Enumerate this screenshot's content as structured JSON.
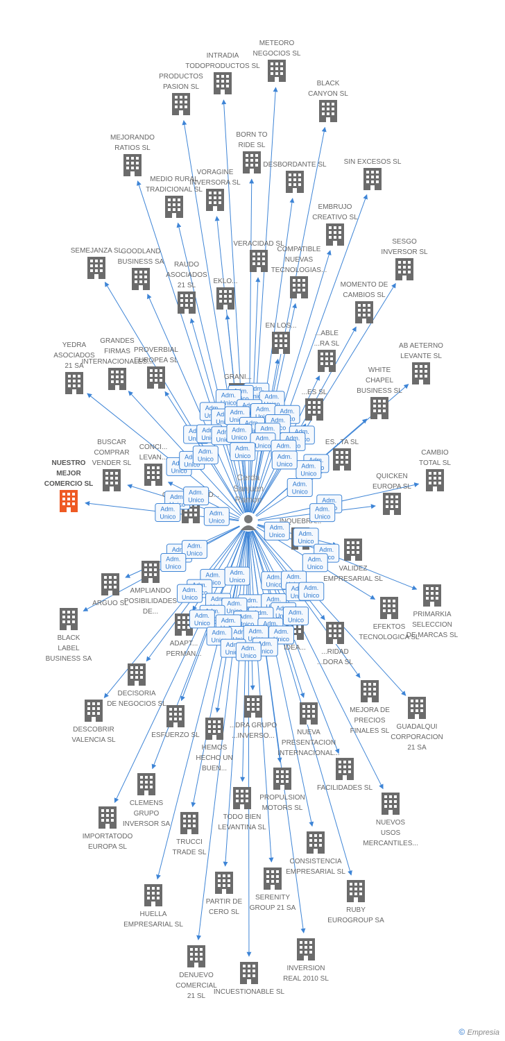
{
  "center": {
    "label_lines": [
      "Cerda",
      "Sanjuan",
      "Ramon"
    ]
  },
  "edge_label_lines": [
    "Adm.",
    "Unico"
  ],
  "colors": {
    "edge": "#3d84d6",
    "building": "#6b6b6b",
    "highlight": "#ee5a24",
    "label_border": "#3d84d6",
    "label_fill": "#f4f8fd"
  },
  "copyright": {
    "symbol": "©",
    "brand": "Empresia"
  },
  "companies": [
    {
      "id": "meteoro",
      "lines": [
        "METEORO",
        "NEGOCIOS SL"
      ]
    },
    {
      "id": "intradia",
      "lines": [
        "INTRADIA",
        "TODOPRODUCTOS SL"
      ]
    },
    {
      "id": "productos",
      "lines": [
        "PRODUCTOS",
        "PASION SL"
      ]
    },
    {
      "id": "black-canyon",
      "lines": [
        "BLACK",
        "CANYON SL"
      ]
    },
    {
      "id": "born-to-ride",
      "lines": [
        "BORN TO",
        "RIDE SL"
      ]
    },
    {
      "id": "mejorando",
      "lines": [
        "MEJORANDO",
        "RATIOS SL"
      ]
    },
    {
      "id": "desbordante",
      "lines": [
        "DESBORDANTE SL"
      ]
    },
    {
      "id": "sin-excesos",
      "lines": [
        "SIN EXCESOS SL"
      ]
    },
    {
      "id": "medio-rural",
      "lines": [
        "MEDIO RURAL",
        "TRADICIONAL SL"
      ]
    },
    {
      "id": "voragine",
      "lines": [
        "VORAGINE",
        "INVERSORA SL"
      ]
    },
    {
      "id": "embrujo",
      "lines": [
        "EMBRUJO",
        "CREATIVO SL"
      ]
    },
    {
      "id": "sesgo",
      "lines": [
        "SESGO",
        "INVERSOR SL"
      ]
    },
    {
      "id": "semejanza",
      "lines": [
        "SEMEJANZA SL"
      ]
    },
    {
      "id": "goodland",
      "lines": [
        "GOODLAND",
        "BUSINESS SA"
      ]
    },
    {
      "id": "veracidad",
      "lines": [
        "VERACIDAD SL"
      ]
    },
    {
      "id": "compatible",
      "lines": [
        "COMPATIBLE",
        "NUEVAS",
        "TECNOLOGIAS..."
      ]
    },
    {
      "id": "raudo",
      "lines": [
        "RAUDO",
        "ASOCIADOS",
        "21 SL"
      ]
    },
    {
      "id": "eklo",
      "lines": [
        "EKLO..."
      ]
    },
    {
      "id": "momento",
      "lines": [
        "MOMENTO DE",
        "CAMBIOS SL"
      ]
    },
    {
      "id": "en-los",
      "lines": [
        "EN LOS..."
      ]
    },
    {
      "id": "able",
      "lines": [
        "...ABLE",
        "...RA SL"
      ]
    },
    {
      "id": "yedra",
      "lines": [
        "YEDRA",
        "ASOCIADOS",
        "21 SA"
      ]
    },
    {
      "id": "grandes-firmas",
      "lines": [
        "GRANDES",
        "FIRMAS",
        "INTERNACIONALES..."
      ]
    },
    {
      "id": "proverbial",
      "lines": [
        "PROVERBIAL",
        "EUROPEA SL"
      ]
    },
    {
      "id": "ab-aeterno",
      "lines": [
        "AB AETERNO",
        "LEVANTE SL"
      ]
    },
    {
      "id": "white-chapel",
      "lines": [
        "WHITE",
        "CHAPEL",
        "BUSINESS SL"
      ]
    },
    {
      "id": "grani",
      "lines": [
        "GRANI..."
      ]
    },
    {
      "id": "es-sl",
      "lines": [
        "...ES SL"
      ]
    },
    {
      "id": "es-ta",
      "lines": [
        "ES...TA SL"
      ]
    },
    {
      "id": "buscar-comprar",
      "lines": [
        "BUSCAR",
        "COMPRAR",
        "VENDER SL"
      ]
    },
    {
      "id": "conci-levan",
      "lines": [
        "CONCI...",
        "LEVAN..."
      ]
    },
    {
      "id": "cambio-total",
      "lines": [
        "CAMBIO",
        "TOTAL SL"
      ]
    },
    {
      "id": "nuestro",
      "lines": [
        "NUESTRO",
        "MEJOR",
        "COMERCIO SL"
      ],
      "highlight": true
    },
    {
      "id": "quicken",
      "lines": [
        "QUICKEN",
        "EUROPA SL"
      ]
    },
    {
      "id": "oportunidad",
      "lines": [
        "OPORTUNIDAD..."
      ]
    },
    {
      "id": "validez",
      "lines": [
        "VALIDEZ",
        "EMPRESARIAL SL"
      ]
    },
    {
      "id": "inquebra",
      "lines": [
        "INQUEBRA..."
      ]
    },
    {
      "id": "arguo",
      "lines": [
        "ARGUO SL"
      ]
    },
    {
      "id": "ampliando",
      "lines": [
        "AMPLIANDO",
        "POSIBILIDADES",
        "DE..."
      ]
    },
    {
      "id": "primarkia",
      "lines": [
        "PRIMARKIA",
        "SELECCION",
        "DE MARCAS SL"
      ]
    },
    {
      "id": "efektos",
      "lines": [
        "EFEKTOS",
        "TECNOLOGICA SL"
      ]
    },
    {
      "id": "black-label",
      "lines": [
        "BLACK",
        "LABEL",
        "BUSINESS SA"
      ]
    },
    {
      "id": "adapt",
      "lines": [
        "ADAPT...",
        "PERMAN..."
      ]
    },
    {
      "id": "intra",
      "lines": [
        "...NTRA..."
      ]
    },
    {
      "id": "idea",
      "lines": [
        "IDEA..."
      ]
    },
    {
      "id": "ridad",
      "lines": [
        "...RIDAD",
        "...DORA SL"
      ]
    },
    {
      "id": "decisoria",
      "lines": [
        "DECISORIA",
        "DE NEGOCIOS SL"
      ]
    },
    {
      "id": "mejora-precios",
      "lines": [
        "MEJORA DE",
        "PRECIOS",
        "FINALES SL"
      ]
    },
    {
      "id": "guadalqui",
      "lines": [
        "GUADALQUI",
        "CORPORACION",
        "21 SA"
      ]
    },
    {
      "id": "descobrir",
      "lines": [
        "DESCOBRIR",
        "VALENCIA SL"
      ]
    },
    {
      "id": "esfuerzo",
      "lines": [
        "ESFUERZO SL"
      ]
    },
    {
      "id": "grupo-inverso",
      "lines": [
        "...DRA GRUPO",
        "...INVERSO..."
      ]
    },
    {
      "id": "hemos-hecho",
      "lines": [
        "HEMOS",
        "HECHO UN",
        "BUEN..."
      ]
    },
    {
      "id": "nueva-presentacion",
      "lines": [
        "NUEVA",
        "PRESENTACION",
        "INTERNACIONAL..."
      ]
    },
    {
      "id": "facilidades",
      "lines": [
        "FACILIDADES SL"
      ]
    },
    {
      "id": "clemens",
      "lines": [
        "CLEMENS",
        "GRUPO",
        "INVERSOR SA"
      ]
    },
    {
      "id": "propulsion",
      "lines": [
        "PROPULSION",
        "MOTORS SL"
      ]
    },
    {
      "id": "nuevos-usos",
      "lines": [
        "NUEVOS",
        "USOS",
        "MERCANTILES..."
      ]
    },
    {
      "id": "todo-bien",
      "lines": [
        "TODO BIEN",
        "LEVANTINA SL"
      ]
    },
    {
      "id": "importatodo",
      "lines": [
        "IMPORTATODO",
        "EUROPA SL"
      ]
    },
    {
      "id": "trucci",
      "lines": [
        "TRUCCI",
        "TRADE SL"
      ]
    },
    {
      "id": "consistencia",
      "lines": [
        "CONSISTENCIA",
        "EMPRESARIAL SL"
      ]
    },
    {
      "id": "partir",
      "lines": [
        "PARTIR DE",
        "CERO SL"
      ]
    },
    {
      "id": "serenity",
      "lines": [
        "SERENITY",
        "GROUP 21 SA"
      ]
    },
    {
      "id": "ruby",
      "lines": [
        "RUBY",
        "EUROGROUP SA"
      ]
    },
    {
      "id": "huella",
      "lines": [
        "HUELLA",
        "EMPRESARIAL SL"
      ]
    },
    {
      "id": "inversion-real",
      "lines": [
        "INVERSION",
        "REAL 2010 SL"
      ]
    },
    {
      "id": "denuevo",
      "lines": [
        "DENUEVO",
        "COMERCIAL",
        "21 SL"
      ]
    },
    {
      "id": "incuestionable",
      "lines": [
        "INCUESTIONABLE SL"
      ]
    }
  ]
}
